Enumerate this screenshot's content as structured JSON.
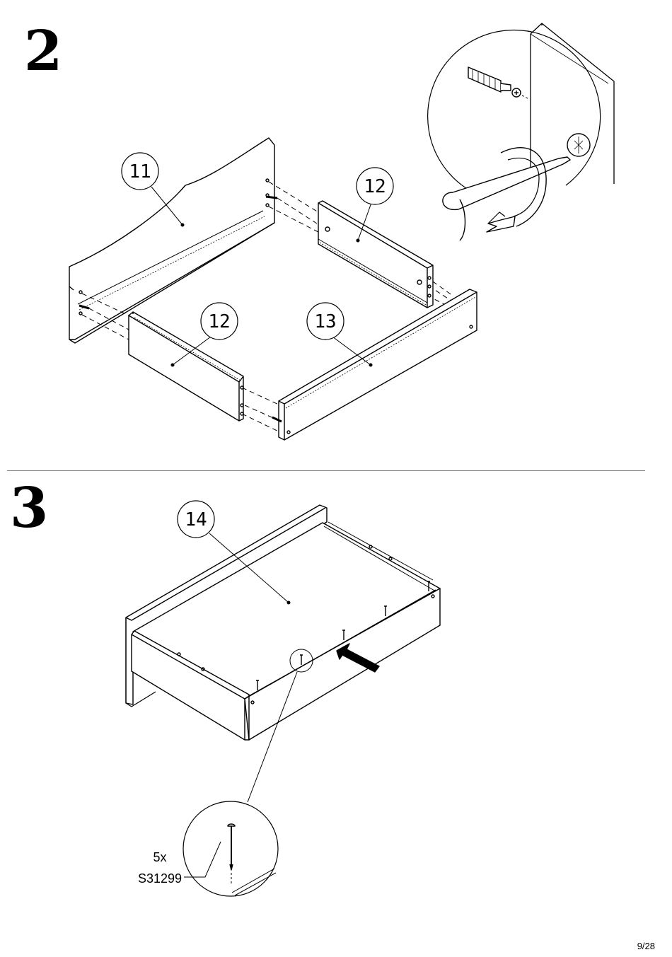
{
  "steps": [
    {
      "number": "2"
    },
    {
      "number": "3"
    }
  ],
  "part_labels": {
    "p11": "11",
    "p12_back": "12",
    "p12_front": "12",
    "p13": "13",
    "p14": "14"
  },
  "hardware": {
    "quantity": "5x",
    "code": "S31299"
  },
  "page_number": "9/28"
}
